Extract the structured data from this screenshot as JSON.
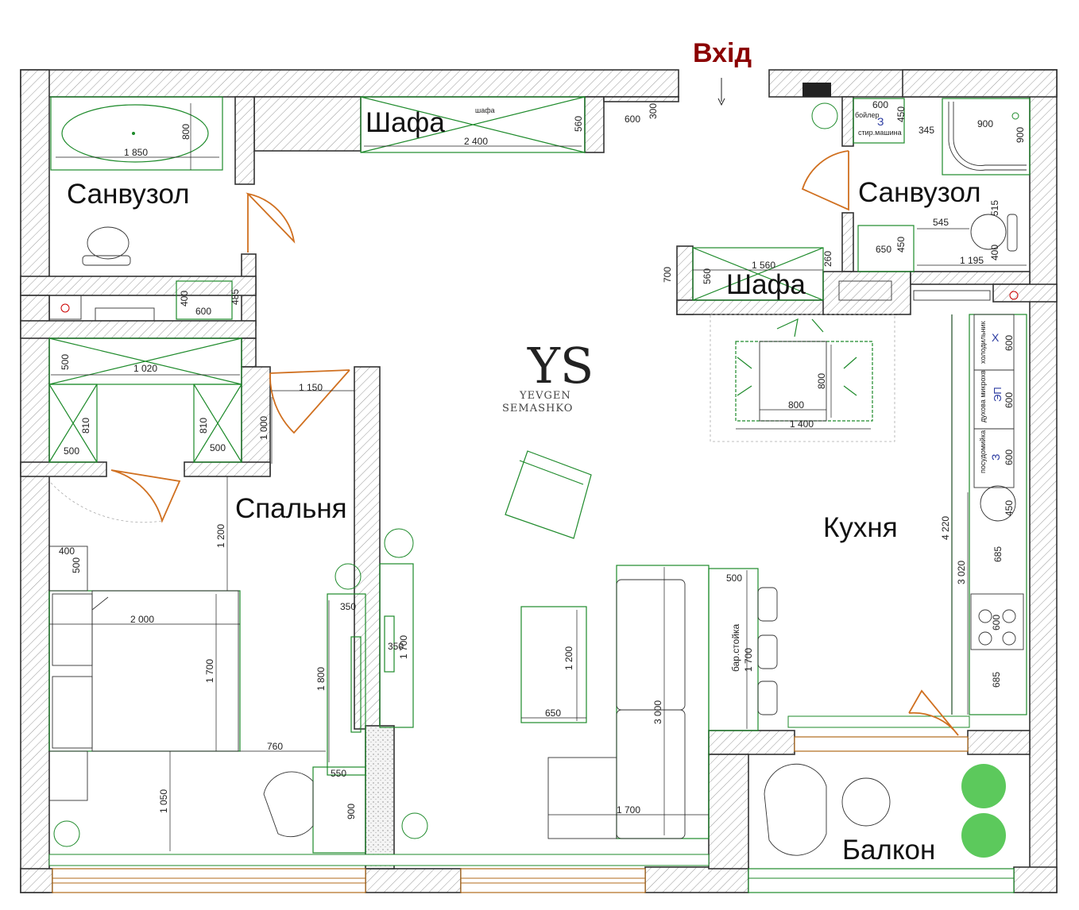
{
  "plan": {
    "entry": "Вхід",
    "rooms": {
      "bathroom_left": "Санвузол",
      "bathroom_right": "Санвузол",
      "wardrobe_top": "Шафа",
      "wardrobe_right": "Шафа",
      "bedroom": "Спальня",
      "kitchen": "Кухня",
      "balcony": "Балкон"
    },
    "logo": {
      "monogram": "YS",
      "line1": "YEVGEN",
      "line2": "SEMASHKO"
    },
    "labels": {
      "wardrobe_small": "шафа",
      "boiler": "бойлер",
      "washer": "стир.машина",
      "fridge": "холодильник",
      "oven": "духова микрохв",
      "dishwasher": "посудомийка",
      "bar": "бар.стойка",
      "fridge_code": "Х",
      "oven_code": "ЭП",
      "dishwasher_code": "З",
      "boiler_code": "З"
    },
    "dims": {
      "tub_len": "1 850",
      "tub_w": "800",
      "sink_l_w": "600",
      "sink_l_h": "400",
      "sink_l_d": "485",
      "shafa_len": "2 400",
      "shafa_d": "560",
      "niche_w": "600",
      "niche_d": "300",
      "boiler_w": "600",
      "boiler_d": "450",
      "gap": "345",
      "shower_w": "900",
      "shower_h": "900",
      "wc_r": "515",
      "wc_w": "545",
      "sink_r": "650",
      "sink_r_d": "450",
      "wc_depth": "400",
      "bath_r_len": "1 195",
      "shafa2_len": "1 560",
      "shafa2_d": "260",
      "shafa2_d2": "560",
      "shafa2_total": "700",
      "closet_w": "1 020",
      "closet_top": "500",
      "closet_h1": "810",
      "closet_h2": "810",
      "closet_b1": "500",
      "closet_b2": "500",
      "door_gap": "1 150",
      "door_h": "1 000",
      "bed_gap": "1 200",
      "bed_len": "2 000",
      "bed_w": "1 700",
      "night_w": "400",
      "night_d": "500",
      "bed_side": "760",
      "bed_foot": "1 050",
      "tv_d": "350",
      "tv_len": "1 800",
      "desk_w": "550",
      "desk_h": "900",
      "tv2_d": "350",
      "tv2_len": "1 700",
      "table_len": "1 200",
      "table_w": "650",
      "sofa_len": "3 000",
      "sofa_w": "1 700",
      "bar_w": "500",
      "bar_len": "1 700",
      "dining_w": "800",
      "dining_h": "800",
      "dining_zone": "1 400",
      "kitchen_total": "4 220",
      "kitchen_run": "3 020",
      "fridge_w": "600",
      "oven_w": "600",
      "dish_w": "600",
      "sink_k": "450",
      "counter1": "685",
      "hob": "600",
      "counter2": "685"
    }
  }
}
